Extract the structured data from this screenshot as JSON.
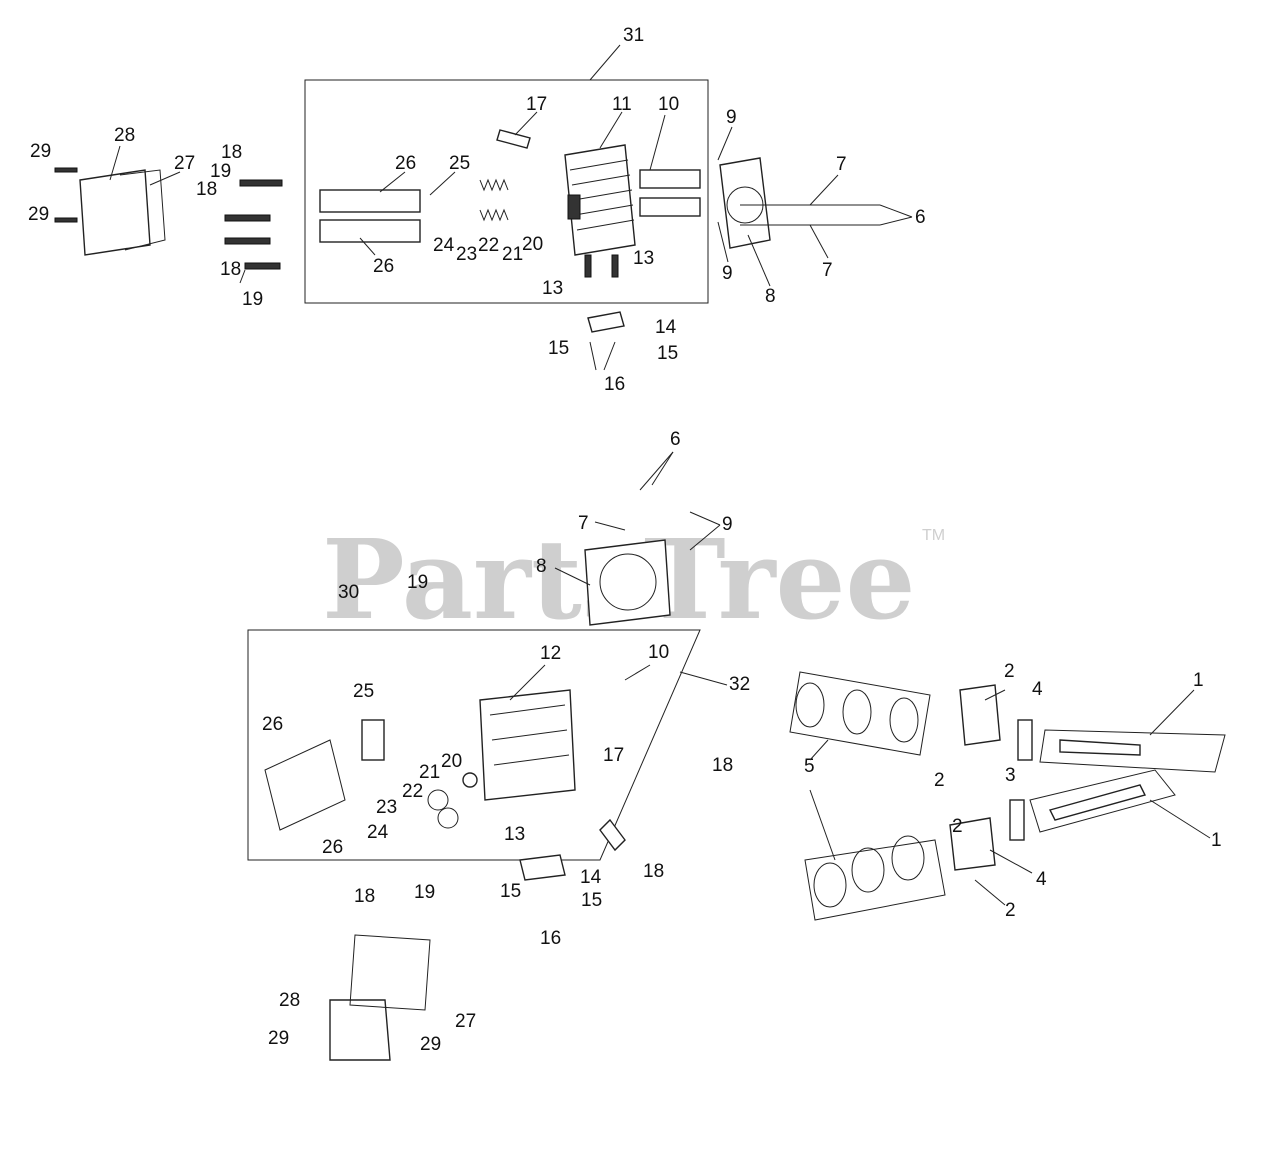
{
  "watermark": {
    "brand": "PartsTree",
    "tm": "TM"
  },
  "callouts": {
    "top": [
      "31",
      "17",
      "11",
      "10",
      "9",
      "7",
      "6",
      "7",
      "8",
      "9",
      "26",
      "25",
      "26",
      "24",
      "23",
      "22",
      "21",
      "20",
      "13",
      "13",
      "14",
      "15",
      "15",
      "16",
      "29",
      "28",
      "27",
      "29",
      "18",
      "19",
      "18",
      "18",
      "19"
    ],
    "bottom": [
      "6",
      "7",
      "9",
      "8",
      "30",
      "19",
      "12",
      "10",
      "32",
      "25",
      "26",
      "20",
      "21",
      "22",
      "23",
      "24",
      "13",
      "17",
      "18",
      "26",
      "14",
      "18",
      "15",
      "15",
      "16",
      "18",
      "19",
      "28",
      "27",
      "29",
      "29",
      "2",
      "4",
      "1",
      "2",
      "3",
      "5",
      "2",
      "1",
      "4",
      "2"
    ]
  }
}
